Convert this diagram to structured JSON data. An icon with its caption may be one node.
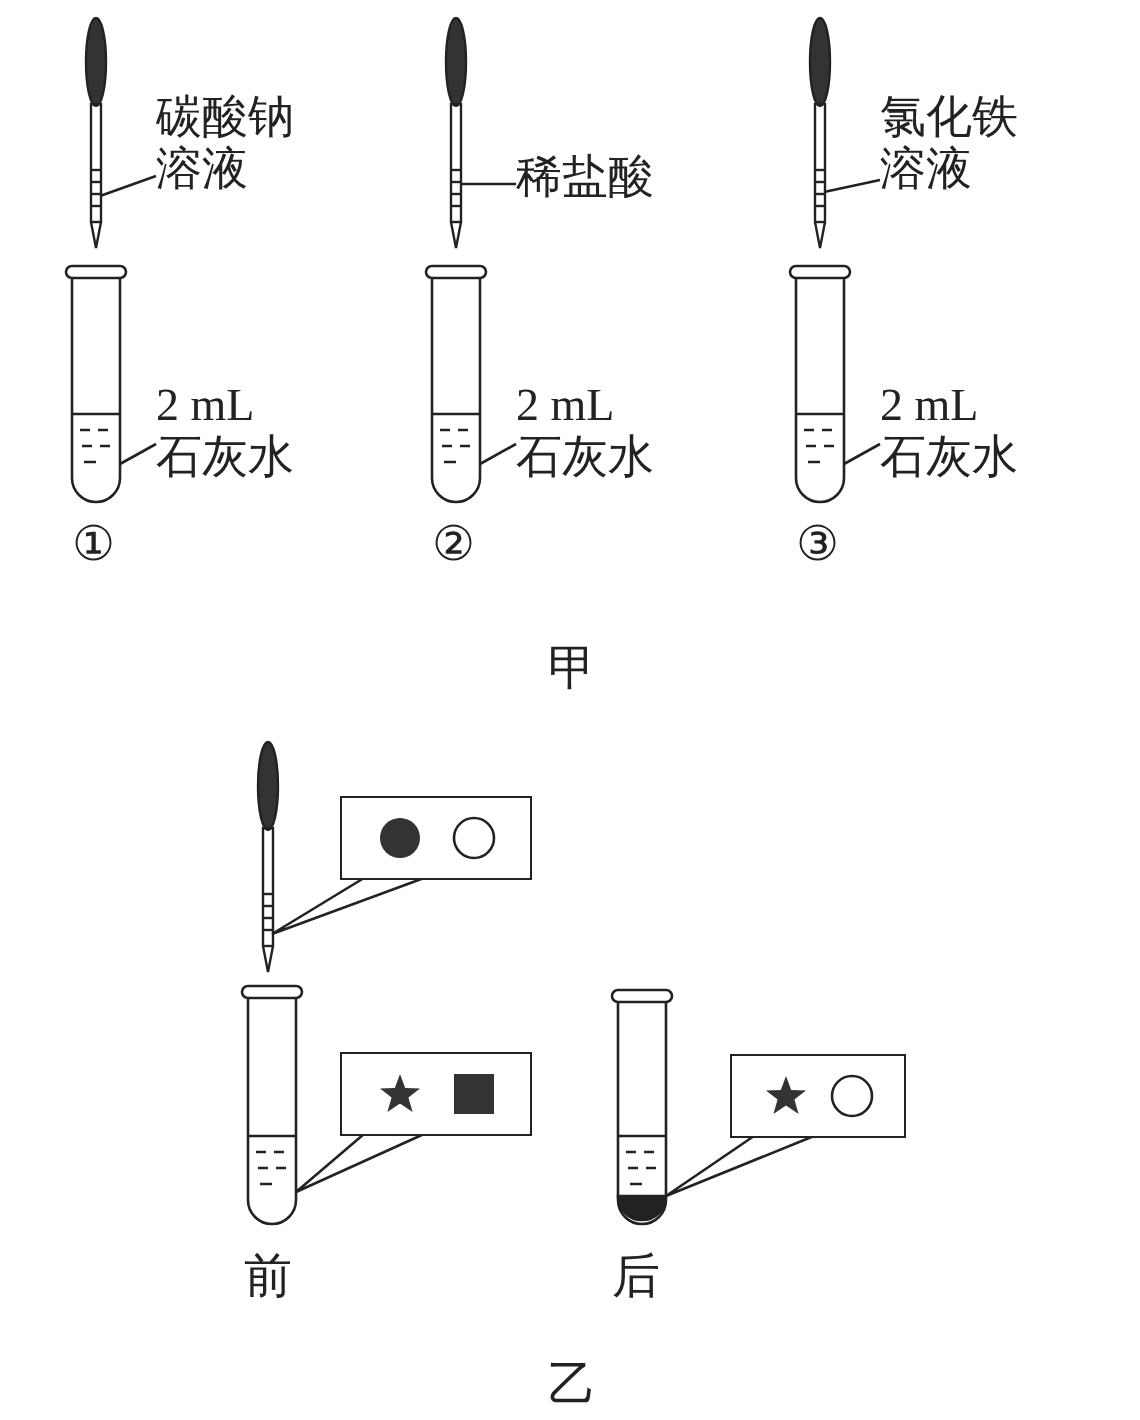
{
  "diagram": {
    "nodes": [
      {
        "text": [
          "碳酸钠溶液"
        ]
      },
      {
        "text": [],
        "shape": "dropper"
      },
      {
        "text": [
          "稀盐酸"
        ]
      },
      {
        "text": [],
        "shape": "dropper"
      },
      {
        "text": [
          "氯化铁溶液"
        ]
      },
      {
        "text": [],
        "shape": "dropper"
      },
      {
        "text": [
          "2 mL 石灰水"
        ]
      },
      {
        "text": [],
        "shape": "tube",
        "beside": [
          "①"
        ]
      },
      {
        "text": [
          "2 mL 石灰水"
        ]
      },
      {
        "text": [],
        "shape": "tube",
        "beside": [
          "②"
        ]
      },
      {
        "text": [
          "2 mL 石灰水"
        ]
      },
      {
        "text": [],
        "shape": "tube",
        "beside": [
          "③"
        ]
      },
      {
        "text": [],
        "shape": "box"
      },
      {
        "text": [],
        "shape": "dropper"
      },
      {
        "text": [],
        "shape": "box"
      },
      {
        "text": [],
        "shape": "tube",
        "beside": [
          "前"
        ]
      },
      {
        "text": [],
        "shape": "box"
      },
      {
        "text": [],
        "shape": "tube",
        "beside": [
          "后"
        ]
      }
    ],
    "edges": [
      {
        "from": 0,
        "to": 1,
        "arrow": "none"
      },
      {
        "from": 2,
        "to": 3,
        "arrow": "none"
      },
      {
        "from": 4,
        "to": 5,
        "arrow": "none"
      },
      {
        "from": 6,
        "to": 7,
        "arrow": "none"
      },
      {
        "from": 8,
        "to": 9,
        "arrow": "none"
      },
      {
        "from": 10,
        "to": 11,
        "arrow": "none"
      },
      {
        "from": 12,
        "to": 13,
        "arrow": "none"
      },
      {
        "from": 14,
        "to": 15,
        "arrow": "none"
      },
      {
        "from": 16,
        "to": 17,
        "arrow": "none"
      }
    ],
    "labels": [
      "甲",
      "乙"
    ]
  }
}
